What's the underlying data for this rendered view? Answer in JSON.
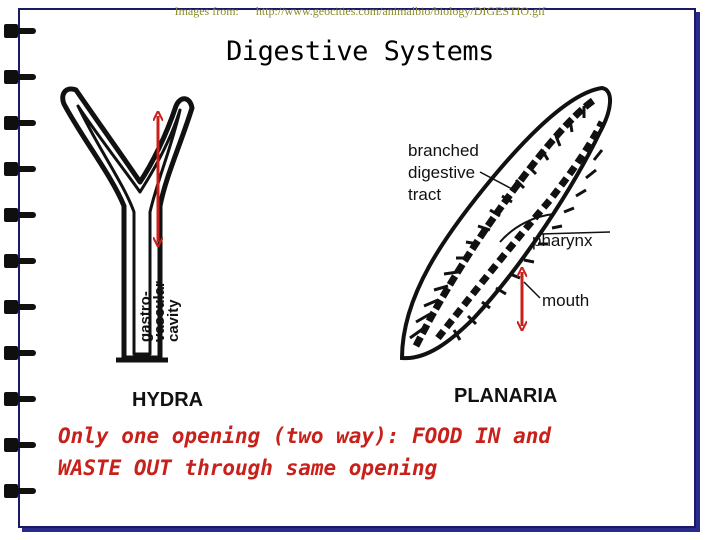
{
  "source": {
    "prefix": "Images from:",
    "url": "http://www.geocities.com/animalbio/biology/DIGESTIO.gif"
  },
  "title": "Digestive Systems",
  "hydra": {
    "label": "HYDRA",
    "cavity_label": [
      "gastro-",
      "vascular",
      "cavity"
    ]
  },
  "planaria": {
    "label": "PLANARIA",
    "branched_label": [
      "branched",
      "digestive",
      "tract"
    ],
    "pharynx_label": "pharynx",
    "mouth_label": "mouth"
  },
  "caption": {
    "line1": "Only one opening (two way): FOOD IN and",
    "line2": "WASTE OUT through same opening"
  },
  "colors": {
    "arrow": "#c8201a",
    "caption": "#c8201a",
    "frame": "#1a1a66",
    "source_text": "#8a8a2a"
  }
}
